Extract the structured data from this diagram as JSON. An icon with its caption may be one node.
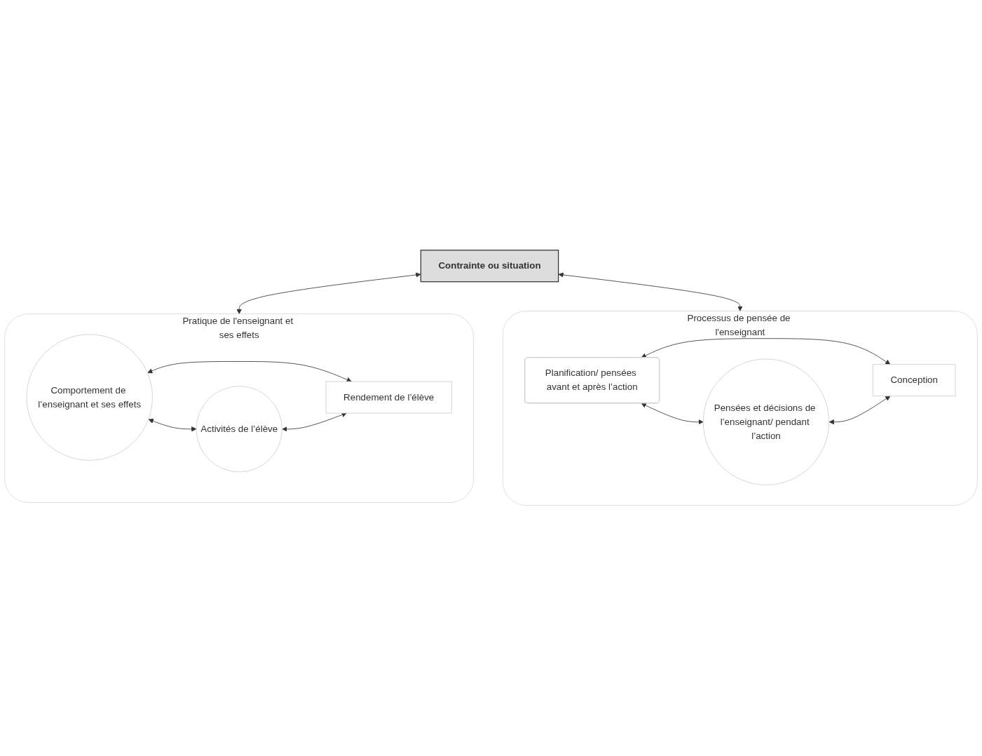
{
  "diagram": {
    "nodes": [
      {
        "text": [
          "Contrainte ou situation"
        ]
      },
      {
        "text": [
          "Pratique de l'enseignant et ses effets"
        ]
      },
      {
        "text": [
          "Comportement de l’enseignant et ses effets"
        ],
        "in": 1
      },
      {
        "text": [
          "Activités de l’élève"
        ],
        "in": 1
      },
      {
        "text": [
          "Rendement de l’élève"
        ],
        "in": 1
      },
      {
        "text": [
          "Processus de pensée de l'enseignant"
        ]
      },
      {
        "text": [
          "Planification/ pensées avant et après l’action"
        ],
        "in": 5
      },
      {
        "text": [
          "Pensées et décisions de l’enseignant/ pendant l’action"
        ],
        "in": 5
      },
      {
        "text": [
          "Conception"
        ],
        "in": 5
      }
    ],
    "edges": [
      {
        "from": 0,
        "to": 1,
        "arrow": "both"
      },
      {
        "from": 0,
        "to": 5,
        "arrow": "both"
      },
      {
        "from": 2,
        "to": 3,
        "arrow": "both"
      },
      {
        "from": 2,
        "to": 4,
        "arrow": "both"
      },
      {
        "from": 3,
        "to": 4,
        "arrow": "both"
      },
      {
        "from": 6,
        "to": 7,
        "arrow": "both"
      },
      {
        "from": 6,
        "to": 8,
        "arrow": "both"
      },
      {
        "from": 7,
        "to": 8,
        "arrow": "both"
      }
    ]
  }
}
